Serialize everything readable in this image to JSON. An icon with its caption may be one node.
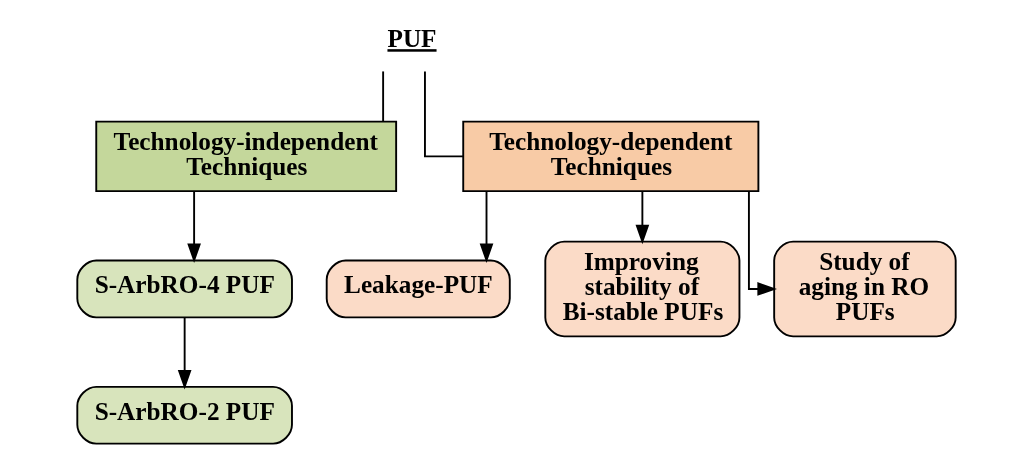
{
  "diagram": {
    "nodes": [
      {
        "text": [
          "PUF"
        ]
      },
      {
        "text": [
          "Technology-independent Techniques"
        ]
      },
      {
        "text": [
          "Technology-dependent Techniques"
        ]
      },
      {
        "text": [
          "S-ArbRO-4 PUF"
        ]
      },
      {
        "text": [
          "S-ArbRO-2 PUF"
        ]
      },
      {
        "text": [
          "Leakage-PUF"
        ]
      },
      {
        "text": [
          "Improving stability of Bi-stable PUFs"
        ]
      },
      {
        "text": [
          "Study of aging in RO PUFs"
        ]
      }
    ],
    "edges": [
      {
        "from": 0,
        "to": 1,
        "arrow": "none"
      },
      {
        "from": 0,
        "to": 2,
        "arrow": "none"
      },
      {
        "from": 1,
        "to": 3,
        "arrow": "to"
      },
      {
        "from": 3,
        "to": 4,
        "arrow": "to"
      },
      {
        "from": 2,
        "to": 5,
        "arrow": "to"
      },
      {
        "from": 2,
        "to": 6,
        "arrow": "to"
      },
      {
        "from": 2,
        "to": 7,
        "arrow": "to"
      }
    ]
  }
}
